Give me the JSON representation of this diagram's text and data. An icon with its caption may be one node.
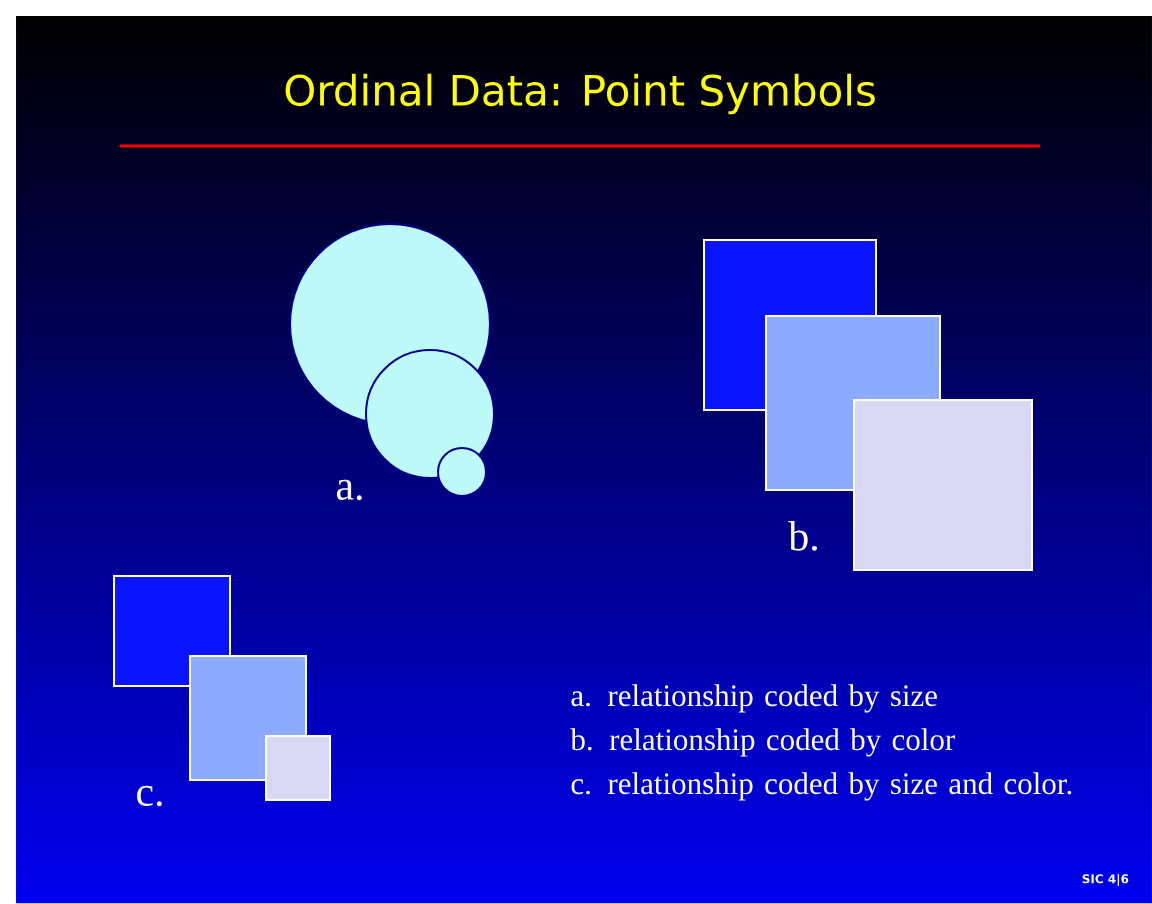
{
  "diagram": {
    "title": "Ordinal Data: Point Symbols",
    "labels": [
      "a.",
      "b.",
      "c.",
      "a. relationship coded by size",
      "b. relationship coded by color",
      "c. relationship coded by size and color.",
      "SIC 4|6"
    ]
  }
}
